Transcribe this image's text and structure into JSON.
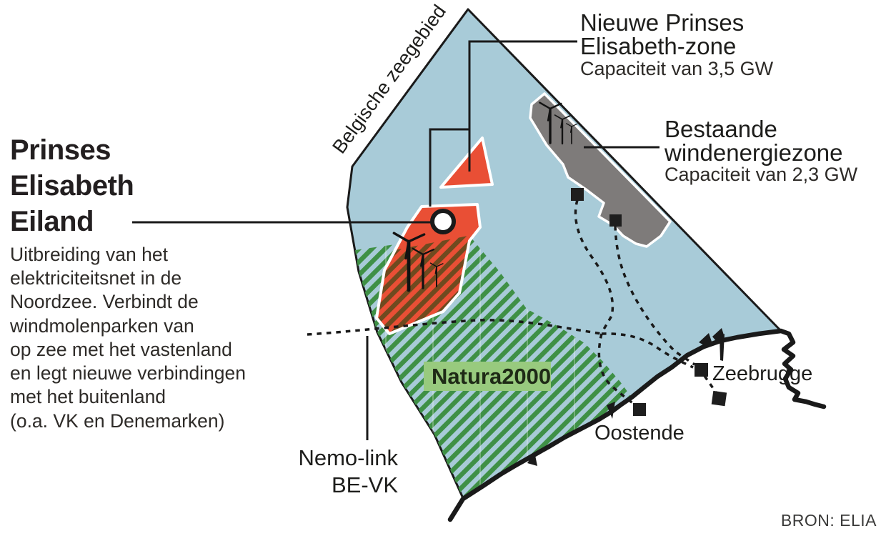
{
  "map": {
    "sea_label": "Belgische zeegebied",
    "natura_label": "Natura2000",
    "cities": {
      "oostende": "Oostende",
      "zeebrugge": "Zeebrugge"
    },
    "source": "BRON: ELIA"
  },
  "title_block": {
    "title_lines": [
      "Prinses",
      "Elisabeth",
      "Eiland"
    ],
    "description_lines": [
      "Uitbreiding van het",
      "elektriciteitsnet in de",
      "Noordzee. Verbindt de",
      "windmolenparken van",
      "op zee met het vastenland",
      "en legt nieuwe verbindingen",
      "met het buitenland",
      "(o.a. VK en Denemarken)"
    ]
  },
  "annotations": {
    "new_zone": {
      "line1": "Nieuwe Prinses",
      "line2": "Elisabeth-zone",
      "capacity": "Capaciteit van 3,5 GW"
    },
    "existing_zone": {
      "line1": "Bestaande",
      "line2": "windenergiezone",
      "capacity": "Capaciteit van 2,3 GW"
    },
    "nemo_link": {
      "line1": "Nemo-link",
      "line2": "BE-VK"
    }
  },
  "colors": {
    "sea": "#a8cbd8",
    "red_zone": "#e94f35",
    "gray_zone": "#7e7b7a",
    "natura_stripe": "#3f9046",
    "natura_stripe_on_red": "#6f4a1f",
    "natura_label_bg": "#98ca7e",
    "ink": "#1d1d1b"
  }
}
